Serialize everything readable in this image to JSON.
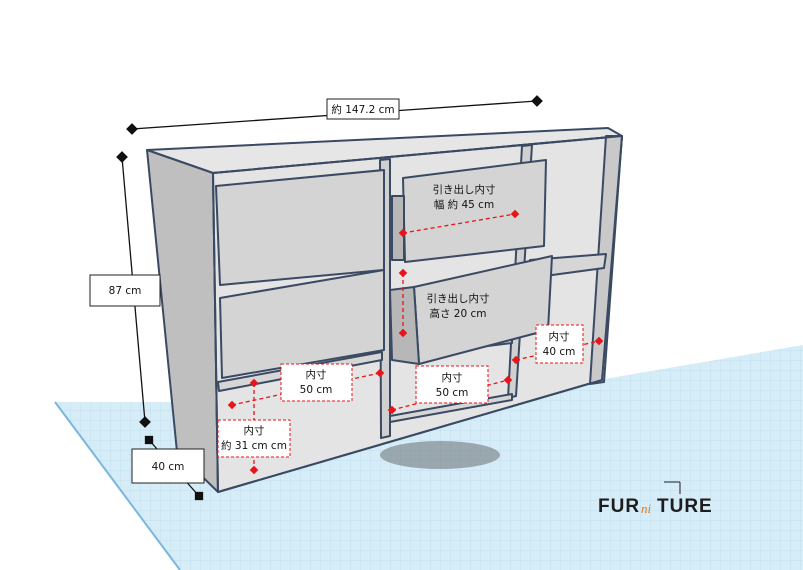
{
  "dimensions": {
    "width": "約 147.2 cm",
    "height": "87 cm",
    "depth": "40 cm"
  },
  "drawer_labels": {
    "width": {
      "line1": "引き出し内寸",
      "line2": "幅 約 45 cm"
    },
    "height": {
      "line1": "引き出し内寸",
      "line2": "高さ 20 cm"
    }
  },
  "inner_labels": {
    "left_width": {
      "line1": "内寸",
      "line2": "50 cm"
    },
    "left_height": {
      "line1": "内寸",
      "line2": "約 31 cm cm"
    },
    "mid_width": {
      "line1": "内寸",
      "line2": "50 cm"
    },
    "right_depth": {
      "line1": "内寸",
      "line2": "40 cm"
    }
  },
  "logo": {
    "left": "FUR",
    "middle": "ni",
    "right": "TURE"
  },
  "colors": {
    "grid": "#cfe7f4",
    "grid_line": "#9fcbe6",
    "panel_front": "#d4d4d4",
    "panel_side": "#bfbfbf",
    "panel_edge": "#3b4a63",
    "measure_red": "#e8131b",
    "logo_accent": "#e07b2a"
  }
}
